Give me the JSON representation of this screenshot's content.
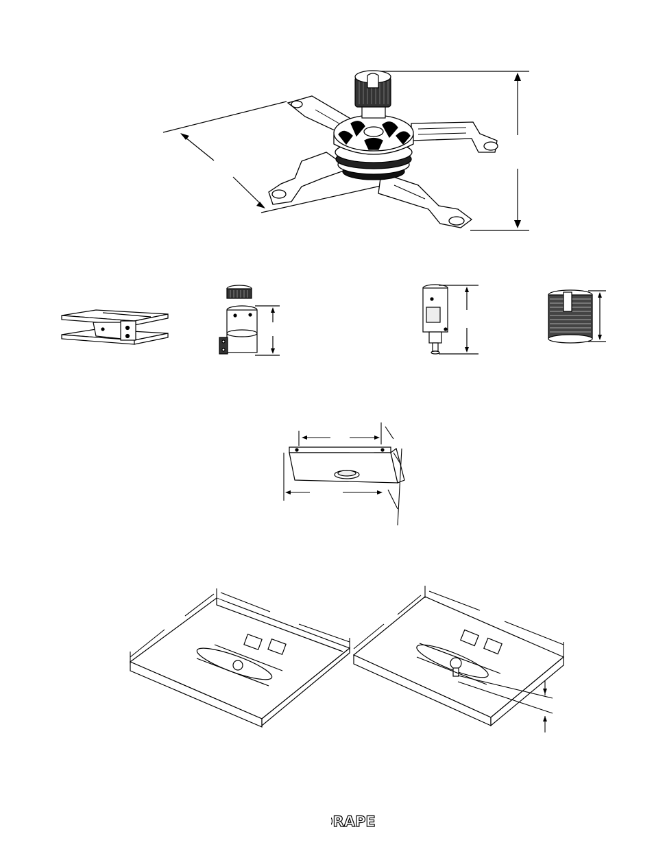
{
  "brand": {
    "name": "DRAPER"
  },
  "figures": [
    {
      "id": "universal-projector-mount"
    },
    {
      "id": "ceiling-plate"
    },
    {
      "id": "extension-column-with-coupler"
    },
    {
      "id": "threaded-column-adapter"
    },
    {
      "id": "threaded-coupler"
    },
    {
      "id": "structural-plate"
    },
    {
      "id": "suspended-ceiling-kit-pair"
    }
  ]
}
